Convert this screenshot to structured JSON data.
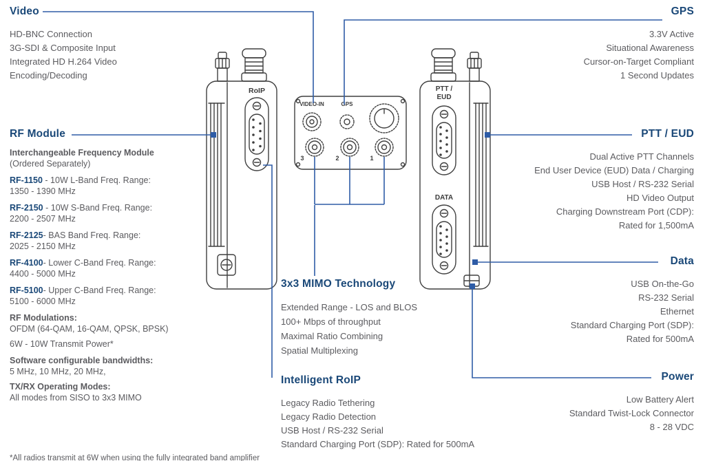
{
  "colors": {
    "heading": "#1A4878",
    "line": "#2E5CA6",
    "body_text": "#5B5B5F",
    "dark_text": "#414044",
    "line_art": "#3F3F3F"
  },
  "callouts": {
    "video": {
      "title": "Video",
      "lines": [
        "HD-BNC Connection",
        "3G-SDI & Composite Input",
        "Integrated HD H.264 Video",
        "Encoding/Decoding"
      ]
    },
    "gps": {
      "title": "GPS",
      "lines": [
        "3.3V Active",
        "Situational Awareness",
        "Cursor-on-Target Compliant",
        "1 Second Updates"
      ]
    },
    "rf_module": {
      "title": "RF Module",
      "intro_bold": "Interchangeable Frequency Module",
      "intro_note": "(Ordered Separately)",
      "modules": [
        {
          "model": "RF-1150",
          "desc": " - 10W L-Band Freq. Range:",
          "range": "1350 - 1390 MHz"
        },
        {
          "model": "RF-2150",
          "desc": " - 10W S-Band Freq. Range:",
          "range": "2200 - 2507 MHz"
        },
        {
          "model": "RF-2125",
          "desc": "- BAS Band Freq. Range:",
          "range": "2025 - 2150 MHz"
        },
        {
          "model": "RF-4100",
          "desc": "- Lower C-Band Freq. Range:",
          "range": "4400 - 5000 MHz"
        },
        {
          "model": "RF-5100",
          "desc": "- Upper C-Band Freq. Range:",
          "range": "5100 - 6000 MHz"
        }
      ],
      "modulations_label": "RF Modulations:",
      "modulations_value": "OFDM (64-QAM, 16-QAM, QPSK, BPSK)",
      "transmit_power": "6W - 10W Transmit Power*",
      "bandwidths_label": "Software configurable bandwidths:",
      "bandwidths_value": "5 MHz, 10 MHz, 20 MHz,",
      "modes_label": "TX/RX Operating Modes:",
      "modes_value": "All modes from SISO to 3x3 MIMO"
    },
    "ptt_eud": {
      "title": "PTT / EUD",
      "lines": [
        "Dual Active PTT Channels",
        "End User Device (EUD) Data / Charging",
        "USB Host / RS-232 Serial",
        "HD Video Output",
        "Charging Downstream Port (CDP):",
        "Rated for 1,500mA"
      ]
    },
    "data": {
      "title": "Data",
      "lines": [
        "USB On-the-Go",
        "RS-232 Serial",
        "Ethernet",
        "Standard Charging Port (SDP):",
        "Rated for 500mA"
      ]
    },
    "power": {
      "title": "Power",
      "lines": [
        "Low Battery Alert",
        "Standard Twist-Lock Connector",
        "8 - 28 VDC"
      ]
    },
    "mimo": {
      "title": "3x3 MIMO Technology",
      "lines": [
        "Extended Range - LOS and BLOS",
        "100+ Mbps of throughput",
        "Maximal Ratio Combining",
        "Spatial Multiplexing"
      ]
    },
    "roip": {
      "title": "Intelligent RoIP",
      "lines": [
        "Legacy Radio Tethering",
        "Legacy Radio Detection",
        "USB Host / RS-232 Serial",
        "Standard Charging Port (SDP): Rated for 500mA"
      ]
    }
  },
  "device_labels": {
    "roip": "RoIP",
    "video_in": "VIDEO-IN",
    "gps": "GPS",
    "ptt_line1": "PTT /",
    "ptt_line2": "EUD",
    "data": "DATA",
    "port_numbers": [
      "3",
      "2",
      "1"
    ]
  },
  "footnote": "*All radios transmit at 6W when using the fully integrated band amplifier"
}
